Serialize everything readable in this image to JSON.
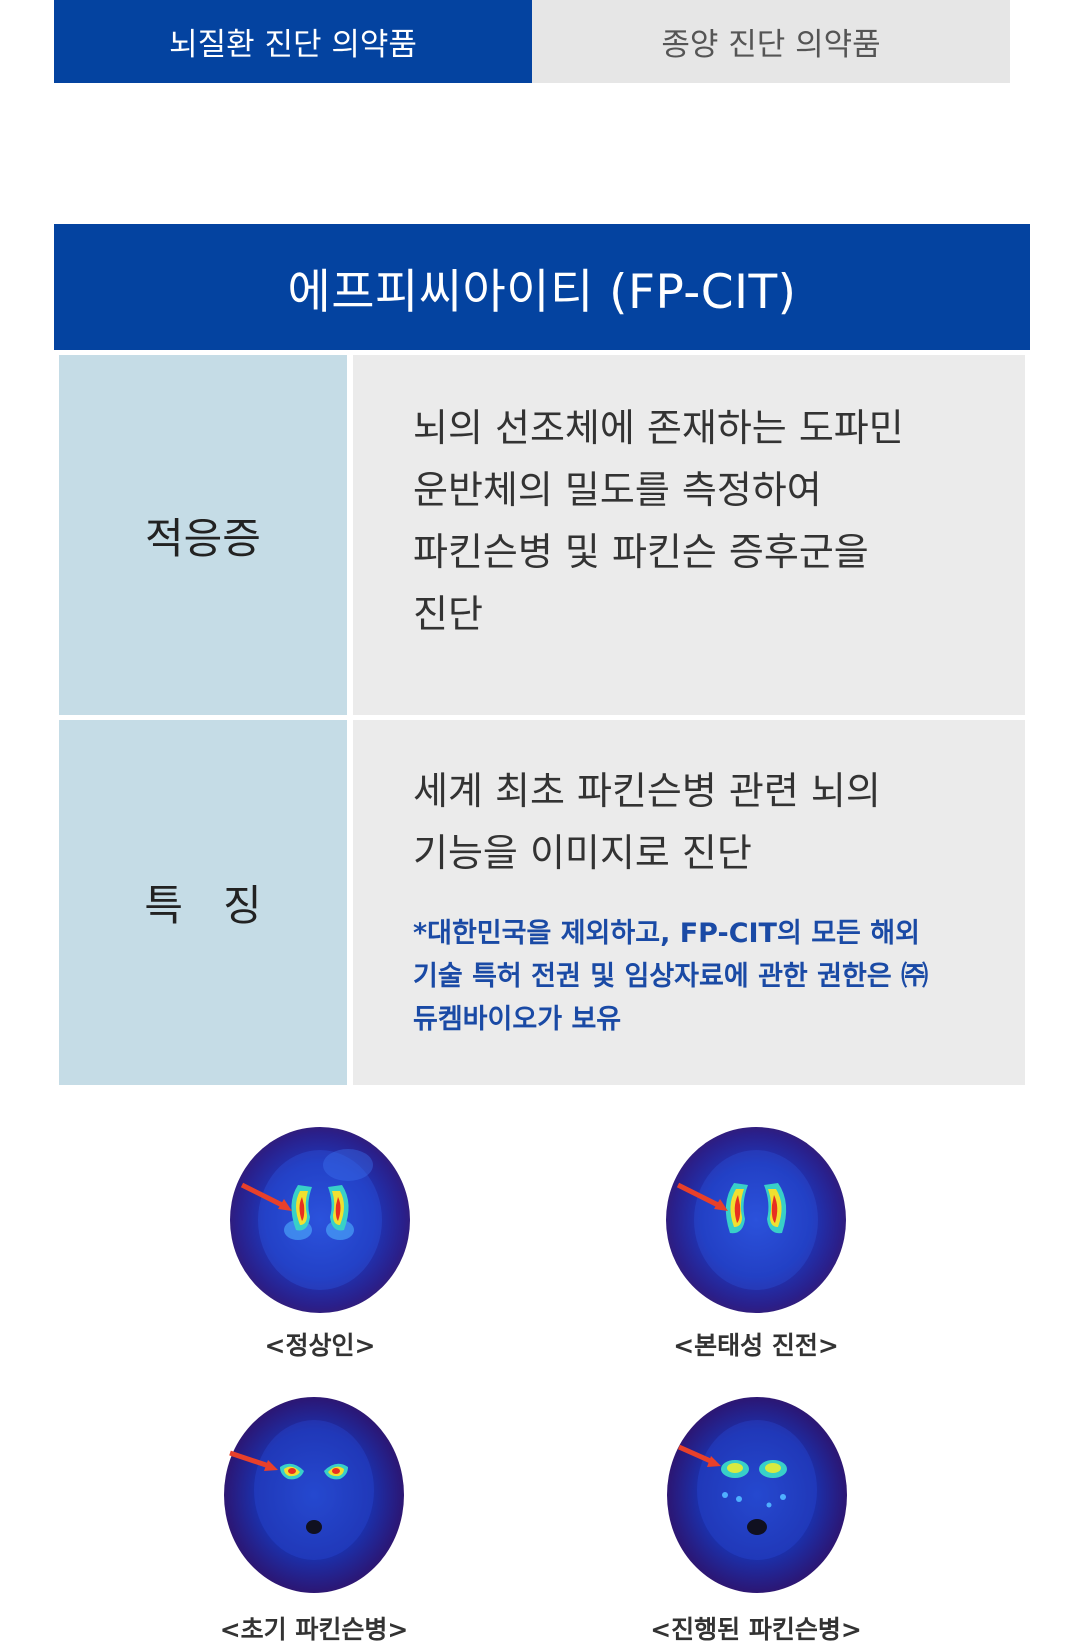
{
  "tabs": [
    {
      "label": "뇌질환 진단 의약품",
      "active": true
    },
    {
      "label": "종양 진단 의약품",
      "active": false
    }
  ],
  "product": {
    "title": "에프피씨아이티 (FP-CIT)"
  },
  "table": {
    "indication": {
      "label": "적응증",
      "text": "뇌의 선조체에 존재하는 도파민\n운반체의 밀도를 측정하여\n파킨슨병 및 파킨슨 증후군을\n진단"
    },
    "features": {
      "label": "특   징",
      "text": "세계 최초 파킨슨병 관련 뇌의\n기능을 이미지로 진단",
      "note": "*대한민국을 제외하고, FP-CIT의 모든 해외\n기술 특허 전권 및 임상자료에 관한 권한은 ㈜\n듀켐바이오가 보유"
    }
  },
  "scans": [
    {
      "caption": "<정상인>",
      "icon": "brain-scan-normal"
    },
    {
      "caption": "<본태성 진전>",
      "icon": "brain-scan-essential-tremor"
    },
    {
      "caption": "<초기 파킨슨병>",
      "icon": "brain-scan-early-parkinsons"
    },
    {
      "caption": "<진행된 파킨슨병>",
      "icon": "brain-scan-advanced-parkinsons"
    }
  ],
  "colors": {
    "primary": "#0443a0",
    "label_bg": "#c5dce6",
    "content_bg": "#ebebeb",
    "note_text": "#1a4aa5",
    "arrow": "#e8402a"
  }
}
